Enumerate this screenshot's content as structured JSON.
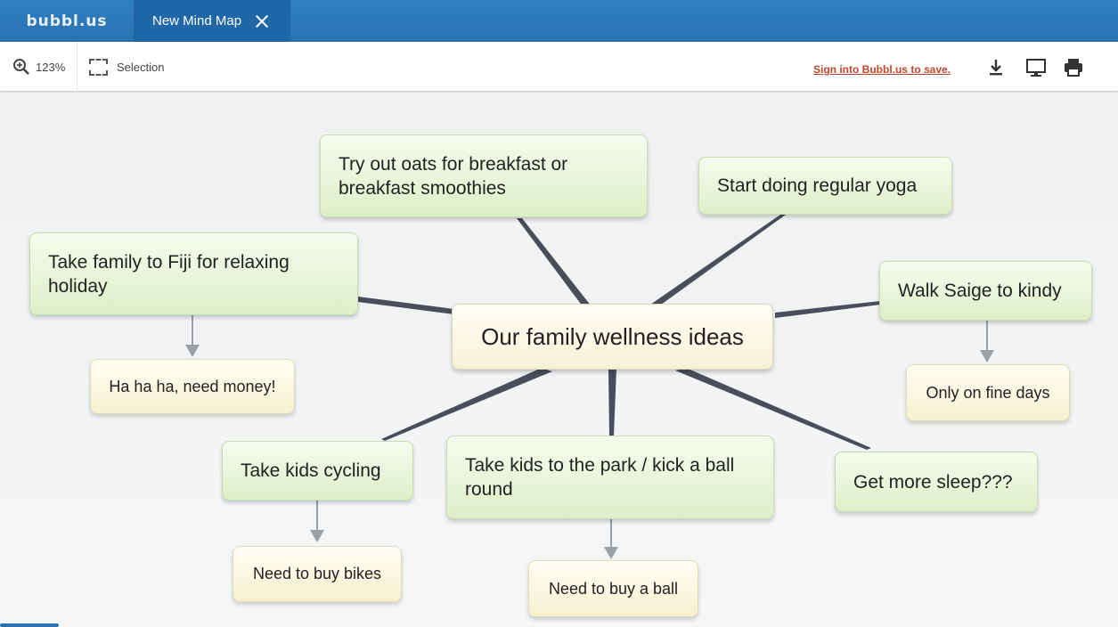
{
  "app": {
    "logo": "bubbl.us",
    "tab_title": "New Mind Map"
  },
  "toolbar": {
    "zoom": "123%",
    "selection_label": "Selection",
    "signin_link": "Sign into Bubbl.us to save."
  },
  "icons": [
    "zoom-icon",
    "close-icon",
    "selection-icon",
    "download-icon",
    "presentation-icon",
    "print-icon"
  ],
  "colors": {
    "header": "#2a73b1",
    "signin_link": "#c0482a",
    "connector": "#4a4e5a",
    "arrow": "#9aa0a6"
  },
  "map": {
    "central": "Our family wellness ideas",
    "oats": "Try out oats for breakfast or breakfast smoothies",
    "yoga": "Start doing regular yoga",
    "fiji": "Take family to Fiji for relaxing holiday",
    "fiji_child": "Ha ha ha, need money!",
    "kindy": "Walk Saige to kindy",
    "kindy_child": "Only on fine days",
    "cycling": "Take kids cycling",
    "cycling_child": "Need to buy bikes",
    "park": "Take kids to the park / kick a ball round",
    "park_child": "Need to buy a ball",
    "sleep": "Get more sleep???"
  }
}
